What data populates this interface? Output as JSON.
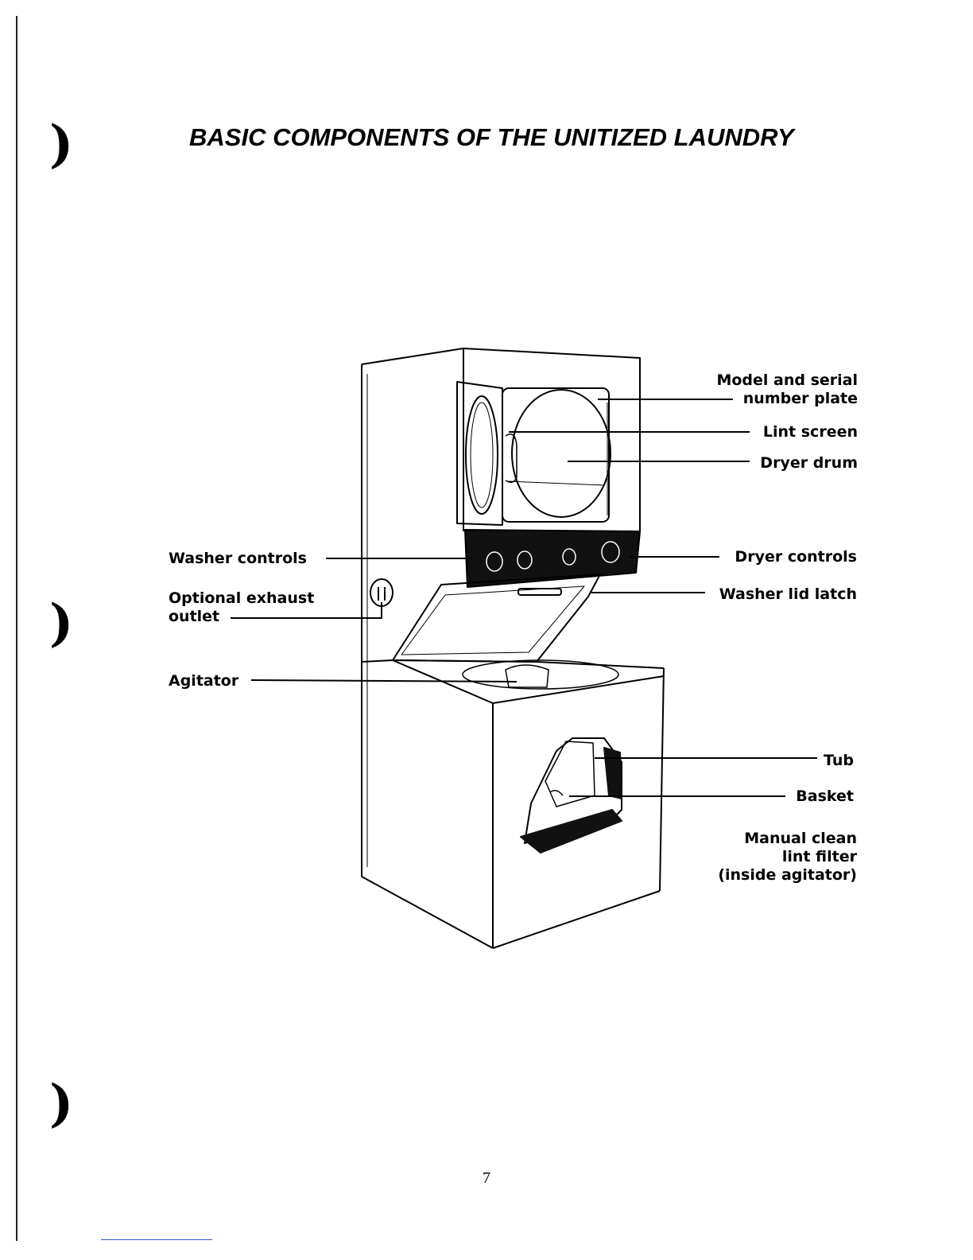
{
  "page": {
    "title": "BASIC COMPONENTS OF THE UNITIZED LAUNDRY",
    "page_number": "7"
  },
  "labels": {
    "model_serial_line1": "Model and serial",
    "model_serial_line2": "number plate",
    "lint_screen": "Lint screen",
    "dryer_drum": "Dryer drum",
    "washer_controls": "Washer controls",
    "dryer_controls": "Dryer controls",
    "exhaust_line1": "Optional exhaust",
    "exhaust_line2": "outlet",
    "washer_lid_latch": "Washer lid latch",
    "agitator": "Agitator",
    "tub": "Tub",
    "basket": "Basket",
    "lint_filter_line1": "Manual clean",
    "lint_filter_line2": "lint filter",
    "lint_filter_line3": "(inside agitator)"
  }
}
